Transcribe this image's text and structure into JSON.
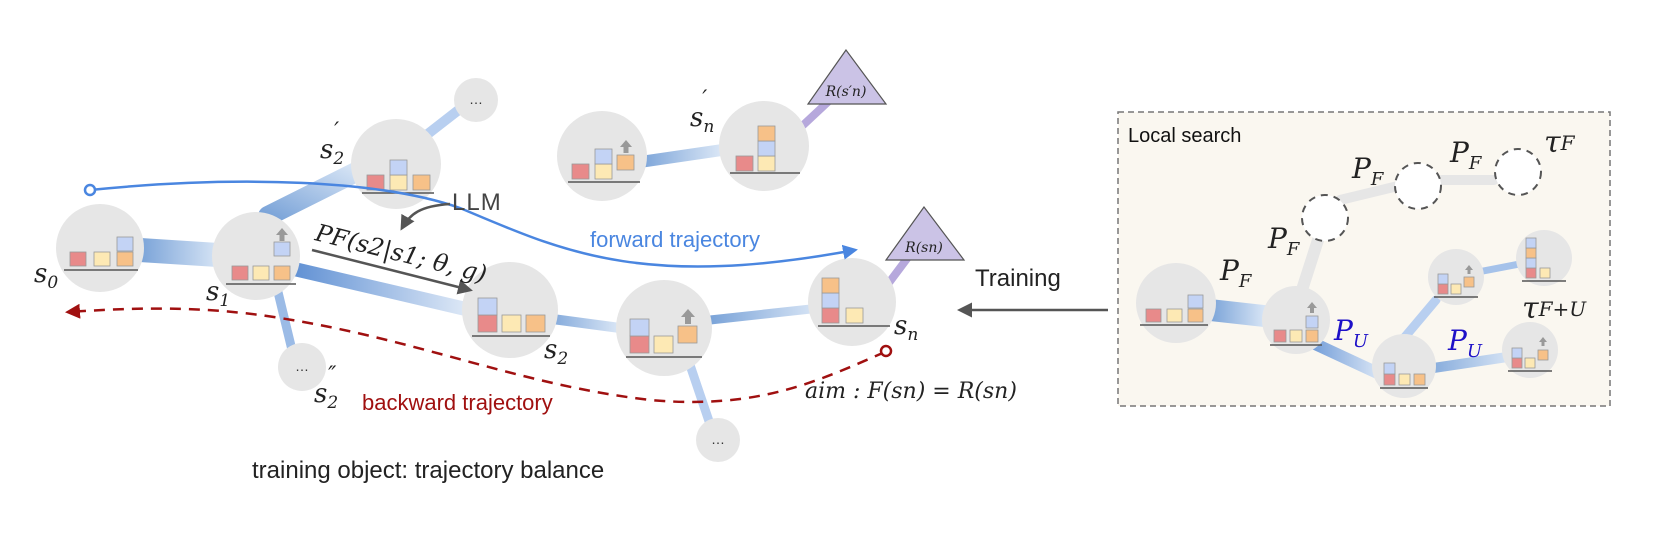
{
  "labels": {
    "s0": "s",
    "s0_sub": "0",
    "s1": "s",
    "s1_sub": "1",
    "s2": "s",
    "s2_sub": "2",
    "s2p": "s",
    "s2p_sub": "2",
    "s2p_prime": "′",
    "s2pp": "s",
    "s2pp_sub": "2",
    "s2pp_prime": "″",
    "snp": "s",
    "snp_sub": "n",
    "snp_prime": "′",
    "sn": "s",
    "sn_sub": "n",
    "reward_snp": "R(s′n)",
    "reward_sn": "R(sn)",
    "ellipsis": "…",
    "llm": "LLM",
    "pf_formula": "PF(s2|s1; θ, g)",
    "forward": "forward trajectory",
    "backward": "backward trajectory",
    "aim": "aim : F(sn) = R(sn)",
    "training_object": "training object: trajectory balance",
    "training_arrow": "Training"
  },
  "local_search": {
    "title": "Local search",
    "pf": "P",
    "pf_sub": "F",
    "pu": "P",
    "pu_sub": "U",
    "tau": "τ",
    "tau_f_sub": "F",
    "tau_fu_sub": "F+U"
  },
  "colors": {
    "forward": "#4a86e0",
    "backward": "#a01010",
    "edge_blue": "#7aa3d8",
    "pu_blue": "#1d10c8",
    "block_red": "#e88a8a",
    "block_yellow": "#fde9b4",
    "block_orange": "#f7c188",
    "block_blue": "#c3d3f5",
    "box_bg": "#faf7f0"
  }
}
